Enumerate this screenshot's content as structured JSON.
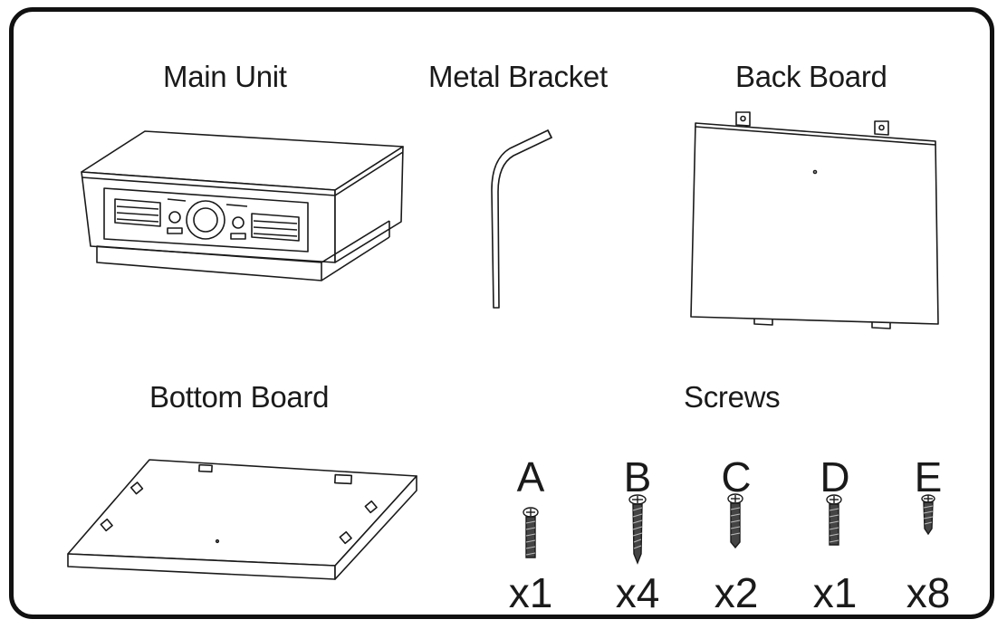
{
  "parts": {
    "main_unit": {
      "label": "Main Unit"
    },
    "metal_bracket": {
      "label": "Metal Bracket"
    },
    "back_board": {
      "label": "Back Board"
    },
    "bottom_board": {
      "label": "Bottom Board"
    }
  },
  "screws": {
    "label": "Screws",
    "items": [
      {
        "letter": "A",
        "quantity": "x1"
      },
      {
        "letter": "B",
        "quantity": "x4"
      },
      {
        "letter": "C",
        "quantity": "x2"
      },
      {
        "letter": "D",
        "quantity": "x1"
      },
      {
        "letter": "E",
        "quantity": "x8"
      }
    ]
  },
  "colors": {
    "line": "#1a1a1a",
    "frame": "#111111",
    "background": "#ffffff",
    "screw_fill": "#444444"
  }
}
